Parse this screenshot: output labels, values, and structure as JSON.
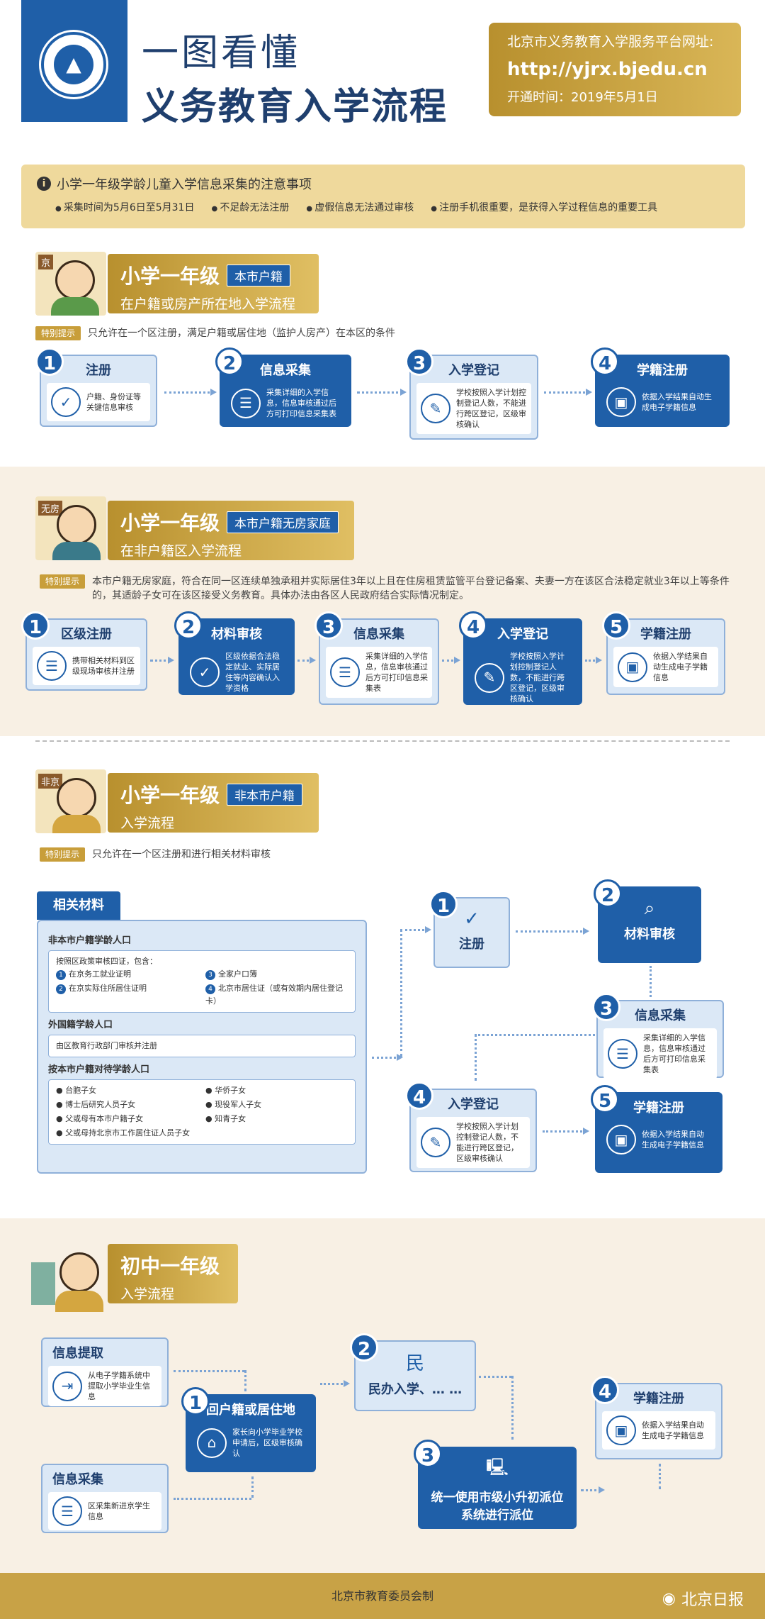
{
  "header": {
    "title1": "一图看懂",
    "title2": "义务教育入学流程",
    "url_label": "北京市义务教育入学服务平台网址:",
    "url": "http://yjrx.bjedu.cn",
    "open_date": "开通时间：2019年5月1日"
  },
  "notice": {
    "title": "小学一年级学龄儿童入学信息采集的注意事项",
    "items": [
      "采集时间为5月6日至5月31日",
      "不足龄无法注册",
      "虚假信息无法通过审核",
      "注册手机很重要，是获得入学过程信息的重要工具"
    ]
  },
  "sec1": {
    "badge": "京",
    "title": "小学一年级",
    "pill": "本市户籍",
    "sub": "在户籍或房产所在地入学流程",
    "note_badge": "特别提示",
    "note": "只允许在一个区注册，满足户籍或居住地（监护人房产）在本区的条件",
    "steps": [
      {
        "num": "1",
        "title": "注册",
        "desc": "户籍、身份证等关键信息审核"
      },
      {
        "num": "2",
        "title": "信息采集",
        "desc": "采集详细的入学信息，信息审核通过后方可打印信息采集表"
      },
      {
        "num": "3",
        "title": "入学登记",
        "desc": "学校按照入学计划控制登记人数，不能进行跨区登记，区级审核确认"
      },
      {
        "num": "4",
        "title": "学籍注册",
        "desc": "依据入学结果自动生成电子学籍信息"
      }
    ]
  },
  "sec2": {
    "badge": "无房",
    "title": "小学一年级",
    "pill": "本市户籍无房家庭",
    "sub": "在非户籍区入学流程",
    "note_badge": "特别提示",
    "note": "本市户籍无房家庭，符合在同一区连续单独承租并实际居住3年以上且在住房租赁监管平台登记备案、夫妻一方在该区合法稳定就业3年以上等条件 的，其适龄子女可在该区接受义务教育。具体办法由各区人民政府结合实际情况制定。",
    "steps": [
      {
        "num": "1",
        "title": "区级注册",
        "desc": "携带相关材料到区级现场审核并注册"
      },
      {
        "num": "2",
        "title": "材料审核",
        "desc": "区级依据合法稳定就业、实际居住等内容确认入学资格"
      },
      {
        "num": "3",
        "title": "信息采集",
        "desc": "采集详细的入学信息，信息审核通过后方可打印信息采集表"
      },
      {
        "num": "4",
        "title": "入学登记",
        "desc": "学校按照入学计划控制登记人数，不能进行跨区登记，区级审核确认"
      },
      {
        "num": "5",
        "title": "学籍注册",
        "desc": "依据入学结果自动生成电子学籍信息"
      }
    ]
  },
  "sec3": {
    "badge": "非京",
    "title": "小学一年级",
    "pill": "非本市户籍",
    "sub": "入学流程",
    "note_badge": "特别提示",
    "note": "只允许在一个区注册和进行相关材料审核",
    "materials": {
      "title": "相关材料",
      "h1": "非本市户籍学龄人口",
      "h1_intro": "按照区政策审核四证，包含：",
      "h1_items": [
        "在京务工就业证明",
        "全家户口簿",
        "在京实际住所居住证明",
        "北京市居住证（或有效期内居住登记卡）"
      ],
      "h2": "外国籍学龄人口",
      "h2_item": "由区教育行政部门审核并注册",
      "h3": "按本市户籍对待学龄人口",
      "h3_items": [
        "台胞子女",
        "华侨子女",
        "博士后研究人员子女",
        "现役军人子女",
        "父或母有本市户籍子女",
        "知青子女",
        "父或母持北京市工作居住证人员子女"
      ]
    },
    "steps": [
      {
        "num": "1",
        "title": "注册"
      },
      {
        "num": "2",
        "title": "材料审核"
      },
      {
        "num": "3",
        "title": "信息采集",
        "desc": "采集详细的入学信息，信息审核通过后方可打印信息采集表"
      },
      {
        "num": "4",
        "title": "入学登记",
        "desc": "学校按照入学计划控制登记人数，不能进行跨区登记，区级审核确认"
      },
      {
        "num": "5",
        "title": "学籍注册",
        "desc": "依据入学结果自动生成电子学籍信息"
      }
    ]
  },
  "sec4": {
    "title": "初中一年级",
    "sub": "入学流程",
    "info_extract": {
      "title": "信息提取",
      "desc": "从电子学籍系统中提取小学毕业生信息"
    },
    "info_collect": {
      "title": "信息采集",
      "desc": "区采集新进京学生信息"
    },
    "steps": [
      {
        "num": "1",
        "title": "回户籍或居住地",
        "desc": "家长向小学毕业学校申请后，区级审核确认"
      },
      {
        "num": "2",
        "title": "民办入学、… …"
      },
      {
        "num": "3",
        "title": "统一使用市级小升初派位系统进行派位"
      },
      {
        "num": "4",
        "title": "学籍注册",
        "desc": "依据入学结果自动生成电子学籍信息"
      }
    ]
  },
  "footer": {
    "text": "北京市教育委员会制",
    "brand": "北京日报"
  }
}
